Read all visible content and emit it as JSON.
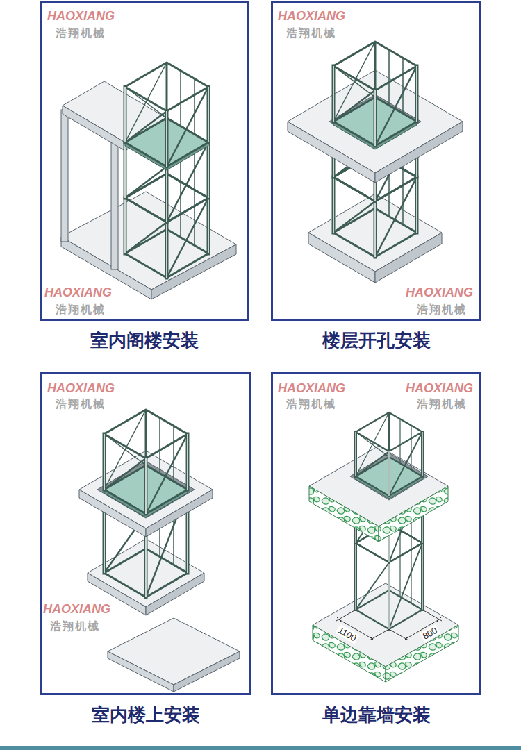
{
  "diagram": {
    "nodes": [
      {
        "text": [
          "室内阁楼安装"
        ]
      },
      {
        "text": [
          "楼层开孔安装"
        ]
      },
      {
        "text": [
          "室内楼上安装"
        ]
      },
      {
        "text": [
          "单边靠墙安装"
        ]
      }
    ],
    "labels": [
      "HAOXIANG",
      "浩翔机械",
      "HAOXIANG",
      "浩翔机械",
      "HAOXIANG",
      "浩翔机械",
      "HAOXIANG",
      "浩翔机械",
      "HAOXIANG",
      "浩翔机械",
      "HAOXIANG",
      "浩翔机械",
      "HAOXIANG",
      "浩翔机械",
      "HAOXIANG",
      "浩翔机械",
      "1100",
      "800"
    ]
  }
}
